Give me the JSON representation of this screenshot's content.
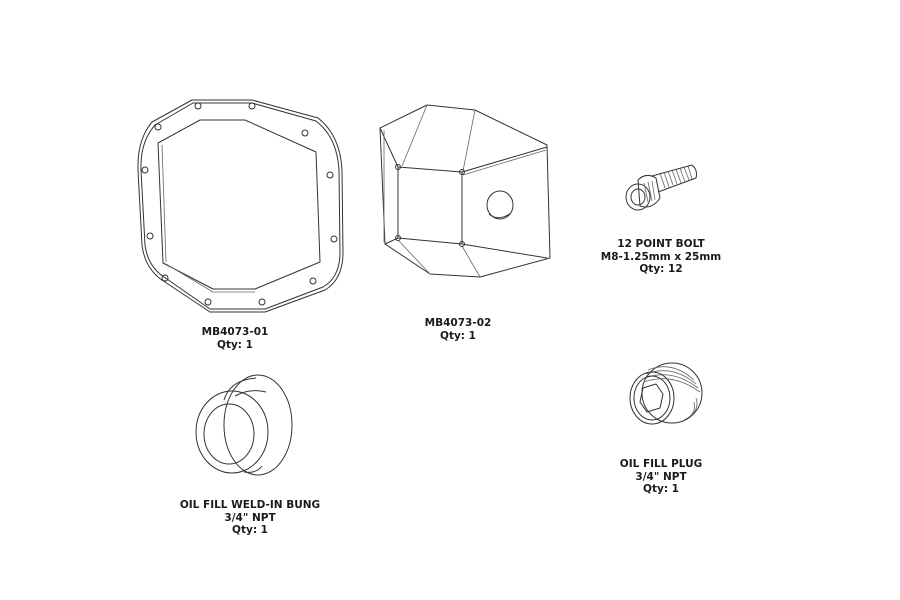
{
  "parts": [
    {
      "id": "diff-cover",
      "lines": [
        "MB4073-01",
        "Qty: 1"
      ]
    },
    {
      "id": "skid-plate",
      "lines": [
        "MB4073-02",
        "Qty: 1"
      ]
    },
    {
      "id": "bolt",
      "lines": [
        "12 POINT BOLT",
        "M8-1.25mm x 25mm",
        "Qty: 12"
      ]
    },
    {
      "id": "weld-in-bung",
      "lines": [
        "OIL FILL WELD-IN BUNG",
        "3/4\" NPT",
        "Qty: 1"
      ]
    },
    {
      "id": "fill-plug",
      "lines": [
        "OIL FILL PLUG",
        "3/4\" NPT",
        "Qty: 1"
      ]
    }
  ]
}
